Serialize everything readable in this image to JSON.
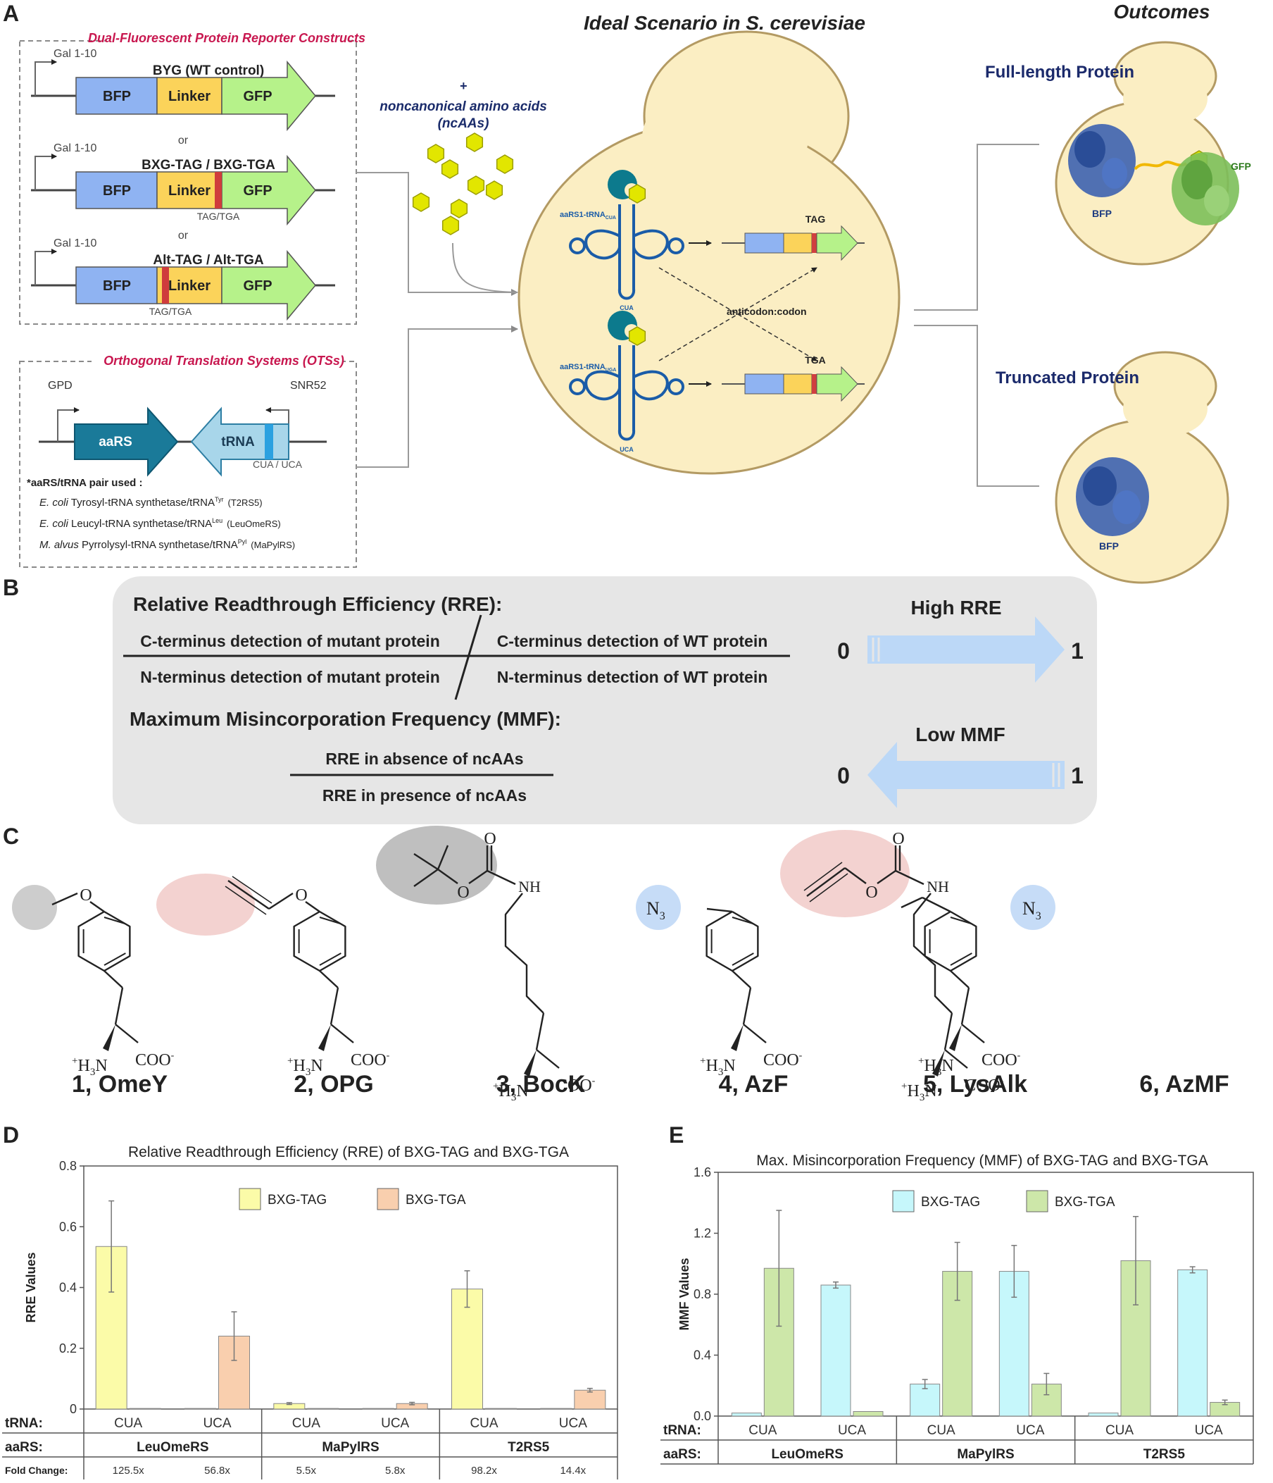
{
  "panel_labels": {
    "a": "A",
    "b": "B",
    "c": "C",
    "d": "D",
    "e": "E"
  },
  "panel_a": {
    "title_center": "Ideal Scenario in S. cerevisiae",
    "title_right": "Outcomes",
    "constructs_box": {
      "title": "Dual-Fluorescent Protein Reporter Constructs",
      "promoter": "Gal 1-10",
      "or_label": "or",
      "constructs": [
        {
          "name": "BYG (WT control)",
          "segments": [
            "BFP",
            "Linker",
            "GFP"
          ],
          "stop_label": ""
        },
        {
          "name": "BXG-TAG / BXG-TGA",
          "segments": [
            "BFP",
            "Linker",
            "GFP"
          ],
          "stop_label": "TAG/TGA"
        },
        {
          "name": "Alt-TAG / Alt-TGA",
          "segments": [
            "BFP",
            "Linker",
            "GFP"
          ],
          "stop_label": "TAG/TGA"
        }
      ]
    },
    "ots_box": {
      "title": "Orthogonal Translation Systems (OTSs)",
      "promoter_left": "GPD",
      "promoter_right": "SNR52",
      "gene_left": "aaRS",
      "gene_right": "tRNA",
      "anticodon_label": "CUA / UCA",
      "pairs_heading": "*aaRS/tRNA pair used :",
      "pairs": [
        {
          "organism": "E. coli",
          "text": " Tyrosyl-tRNA synthetase/tRNA",
          "sup": "Tyr",
          "abbr": "(T2RS5)"
        },
        {
          "organism": "E. coli",
          "text": " Leucyl-tRNA synthetase/tRNA",
          "sup": "Leu",
          "abbr": "(LeuOmeRS)"
        },
        {
          "organism": "M. alvus",
          "text": " Pyrrolysyl-tRNA synthetase/tRNA",
          "sup": "Pyl",
          "abbr": "(MaPylRS)"
        }
      ]
    },
    "ncaa_label": {
      "plus": "+",
      "line1": "noncanonical amino acids",
      "line2": "(ncAAs)"
    },
    "cell": {
      "trna_top_label": "aaRS1-tRNA",
      "trna_top_sub": "CUA",
      "trna_top_anticodon": "CUA",
      "trna_bottom_label": "aaRS1-tRNA",
      "trna_bottom_sub": "UGA",
      "trna_bottom_anticodon": "UCA",
      "codon_top": "TAG",
      "codon_bottom": "TGA",
      "cross_label": "anticodon:codon"
    },
    "outcomes": [
      {
        "title": "Full-length Protein",
        "labels": [
          "BFP",
          "GFP"
        ]
      },
      {
        "title": "Truncated Protein",
        "labels": [
          "BFP"
        ]
      }
    ]
  },
  "panel_b": {
    "rre_title": "Relative Readthrough Efficiency (RRE):",
    "rre_num_left": "C-terminus detection of mutant protein",
    "rre_den_left": "N-terminus detection of mutant protein",
    "rre_num_right": "C-terminus detection of WT protein",
    "rre_den_right": "N-terminus detection of WT protein",
    "mmf_title": "Maximum Misincorporation Frequency (MMF):",
    "mmf_num": "RRE in absence of ncAAs",
    "mmf_den": "RRE in presence of ncAAs",
    "high_label": "High RRE",
    "low_label": "Low MMF",
    "scale_min": "0",
    "scale_max": "1"
  },
  "panel_c": {
    "amine": "+H3N",
    "carboxylate": "COO-",
    "compounds": [
      {
        "label": "1, OmeY",
        "sub": {
          "o": "O"
        }
      },
      {
        "label": "2, OPG",
        "sub": {
          "o": "O"
        }
      },
      {
        "label": "3, BocK",
        "sub": {
          "o1": "O",
          "o2": "O",
          "nh": "NH"
        }
      },
      {
        "label": "4, AzF",
        "sub": {
          "n3": "N3"
        }
      },
      {
        "label": "5, LysAlk",
        "sub": {
          "o1": "O",
          "o2": "O",
          "nh": "NH"
        }
      },
      {
        "label": "6, AzMF",
        "sub": {
          "n3": "N3"
        }
      }
    ]
  },
  "chart_data": [
    {
      "type": "bar",
      "title": "Relative Readthrough Efficiency (RRE) of BXG-TAG and BXG-TGA",
      "ylabel": "RRE Values",
      "ylim": [
        0,
        0.8
      ],
      "yticks": [
        "0",
        "0.2",
        "0.4",
        "0.6",
        "0.8"
      ],
      "legend": {
        "placement": "top-center"
      },
      "colors": {
        "BXG-TAG": "#fbfba8",
        "BXG-TGA": "#f9cfae"
      },
      "row_labels": {
        "trna": "tRNA:",
        "aars": "aaRS:",
        "fold": "Fold Change:"
      },
      "groups": [
        {
          "aars": "LeuOmeRS",
          "trna": [
            "CUA",
            "UCA"
          ],
          "fold": [
            "125.5x",
            "56.8x"
          ]
        },
        {
          "aars": "MaPylRS",
          "trna": [
            "CUA",
            "UCA"
          ],
          "fold": [
            "5.5x",
            "5.8x"
          ]
        },
        {
          "aars": "T2RS5",
          "trna": [
            "CUA",
            "UCA"
          ],
          "fold": [
            "98.2x",
            "14.4x"
          ]
        }
      ],
      "series": [
        {
          "name": "BXG-TAG",
          "values": [
            0.535,
            0.002,
            0.018,
            0.002,
            0.395,
            0.002
          ],
          "errors": [
            0.15,
            0.0,
            0.003,
            0.0,
            0.06,
            0.0
          ]
        },
        {
          "name": "BXG-TGA",
          "values": [
            0.002,
            0.24,
            0.002,
            0.018,
            0.002,
            0.062
          ],
          "errors": [
            0.0,
            0.08,
            0.0,
            0.004,
            0.0,
            0.006
          ]
        }
      ]
    },
    {
      "type": "bar",
      "title": "Max. Misincorporation Frequency (MMF) of BXG-TAG and BXG-TGA",
      "ylabel": "MMF Values",
      "ylim": [
        0,
        1.6
      ],
      "yticks": [
        "0.0",
        "0.4",
        "0.8",
        "1.2",
        "1.6"
      ],
      "legend": {
        "placement": "top-center"
      },
      "colors": {
        "BXG-TAG": "#c6f7fb",
        "BXG-TGA": "#cde7a9"
      },
      "row_labels": {
        "trna": "tRNA:",
        "aars": "aaRS:"
      },
      "groups": [
        {
          "aars": "LeuOmeRS",
          "trna": [
            "CUA",
            "UCA"
          ]
        },
        {
          "aars": "MaPylRS",
          "trna": [
            "CUA",
            "UCA"
          ]
        },
        {
          "aars": "T2RS5",
          "trna": [
            "CUA",
            "UCA"
          ]
        }
      ],
      "series": [
        {
          "name": "BXG-TAG",
          "values": [
            0.02,
            0.86,
            0.21,
            0.95,
            0.02,
            0.96
          ],
          "errors": [
            0.0,
            0.02,
            0.03,
            0.17,
            0.0,
            0.02
          ]
        },
        {
          "name": "BXG-TGA",
          "values": [
            0.97,
            0.03,
            0.95,
            0.21,
            1.02,
            0.09
          ],
          "errors": [
            0.38,
            0.0,
            0.19,
            0.07,
            0.29,
            0.015
          ]
        }
      ]
    }
  ]
}
